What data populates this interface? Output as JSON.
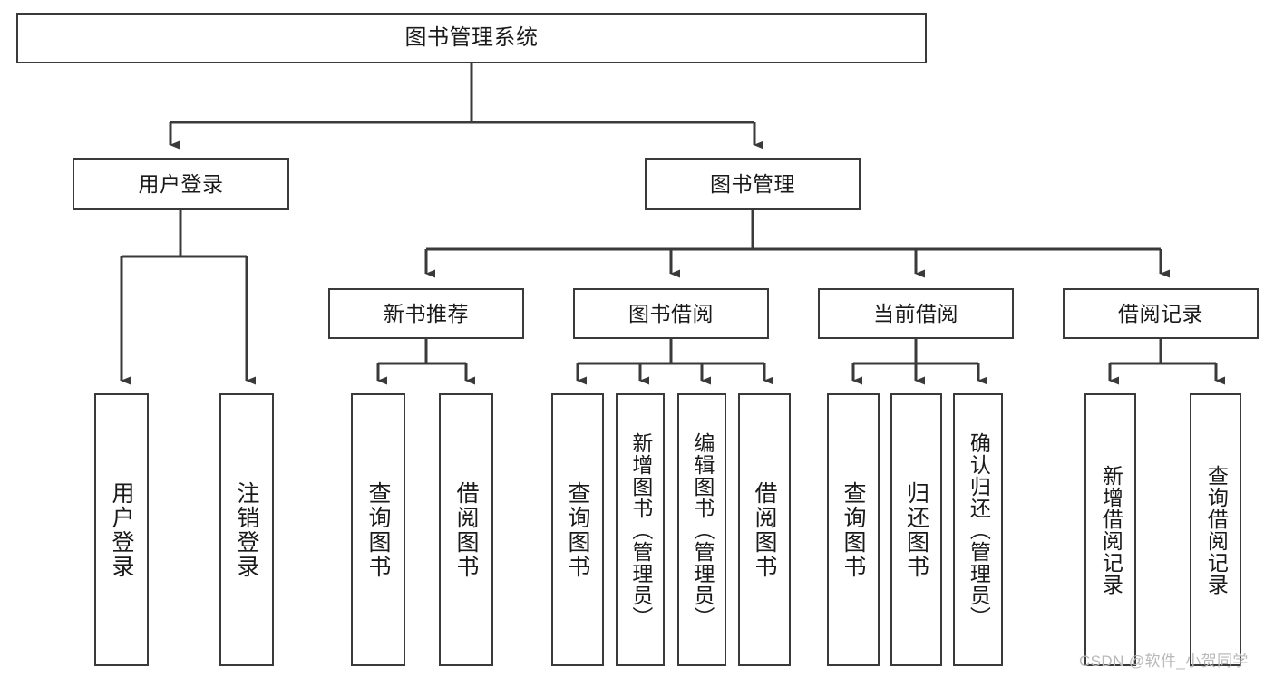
{
  "diagram": {
    "title": "图书管理系统",
    "type": "tree-hierarchy",
    "colors": {
      "box_border": "#3a3a3a",
      "box_fill": "#ffffff",
      "connector": "#3a3a3a",
      "text": "#1a1a1a",
      "watermark": "#b9b9b9",
      "background": "#ffffff"
    }
  },
  "nodes": {
    "root": {
      "label": "图书管理系统"
    },
    "level2": [
      {
        "label": "用户登录"
      },
      {
        "label": "图书管理"
      }
    ],
    "level3": [
      {
        "label": "新书推荐"
      },
      {
        "label": "图书借阅"
      },
      {
        "label": "当前借阅"
      },
      {
        "label": "借阅记录"
      }
    ],
    "leaves": {
      "user_login": [
        {
          "label": "用户登录"
        },
        {
          "label": "注销登录"
        }
      ],
      "new_book_recommend": [
        {
          "label": "查询图书"
        },
        {
          "label": "借阅图书"
        }
      ],
      "book_borrow": [
        {
          "label": "查询图书"
        },
        {
          "label": "新增图书（管理员）"
        },
        {
          "label": "编辑图书（管理员）"
        },
        {
          "label": "借阅图书"
        }
      ],
      "current_borrow": [
        {
          "label": "查询图书"
        },
        {
          "label": "归还图书"
        },
        {
          "label": "确认归还（管理员）"
        }
      ],
      "borrow_record": [
        {
          "label": "新增借阅记录"
        },
        {
          "label": "查询借阅记录"
        }
      ]
    }
  },
  "watermark": {
    "text": "CSDN @软件_小贺同学"
  }
}
